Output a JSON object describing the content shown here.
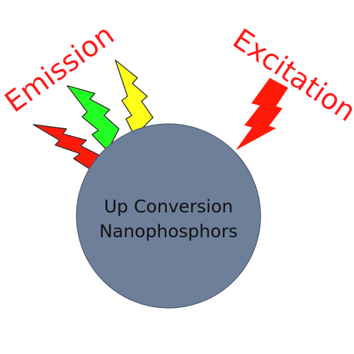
{
  "labels": {
    "emission": "Emission",
    "excitation": "Excitation",
    "particle_line1": "Up Conversion",
    "particle_line2": "Nanophosphors"
  },
  "colors": {
    "emission_text": "#ff1a1a",
    "excitation_text": "#ff1a1a",
    "particle_fill": "#6e7f99",
    "particle_stroke": "#4a5a70",
    "particle_text": "#111111",
    "bolt_red": "#ff1a0a",
    "bolt_green": "#22ff22",
    "bolt_yellow": "#ffff1a",
    "bolt_outline": "#2e2e2e"
  },
  "bolts": [
    {
      "name": "emission-bolt-red",
      "color_key": "bolt_red"
    },
    {
      "name": "emission-bolt-green",
      "color_key": "bolt_green"
    },
    {
      "name": "emission-bolt-yellow",
      "color_key": "bolt_yellow"
    },
    {
      "name": "excitation-bolt",
      "color_key": "bolt_red"
    }
  ]
}
